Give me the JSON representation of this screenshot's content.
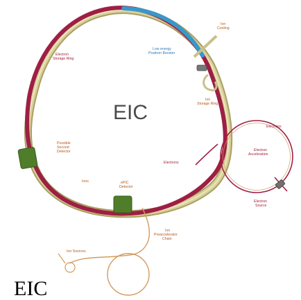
{
  "diagram": {
    "center_label": "EIC",
    "labels": {
      "electron_storage_ring": [
        "Electron",
        "Storage Ring"
      ],
      "low_energy_positron": [
        "Low energy",
        "Positron Booster"
      ],
      "ion_cooling": [
        "Ion",
        "Cooling"
      ],
      "ion_storage_ring": [
        "Ion",
        "Storage Ring"
      ],
      "electrons_left": "Electrons",
      "possible_second_detector": [
        "Possible",
        "Second",
        "Detector"
      ],
      "ions": "Ions",
      "eplus_detector": [
        "ePIC",
        "Detector"
      ],
      "ion_preaccelerator_chain": [
        "Ion",
        "Preaccelerator",
        "Chain"
      ],
      "ion_sources": "Ion Sources",
      "electrons_right": "Electrons",
      "electron_acceleration": [
        "Electron",
        "Acceleration"
      ],
      "electron_source": [
        "Electron",
        "Source"
      ]
    },
    "colors": {
      "electron_ring": "#9e1f44",
      "ion_ring": "#c9c08a",
      "ion_ring_edge": "#a89f62",
      "positron_booster": "#3a97c9",
      "detector": "#4f7d2a",
      "injector_line": "#d59a5e",
      "label_orange": "#b25a1c",
      "label_red": "#a3213a",
      "label_blue": "#2d78b4"
    }
  },
  "caption": "EIC"
}
